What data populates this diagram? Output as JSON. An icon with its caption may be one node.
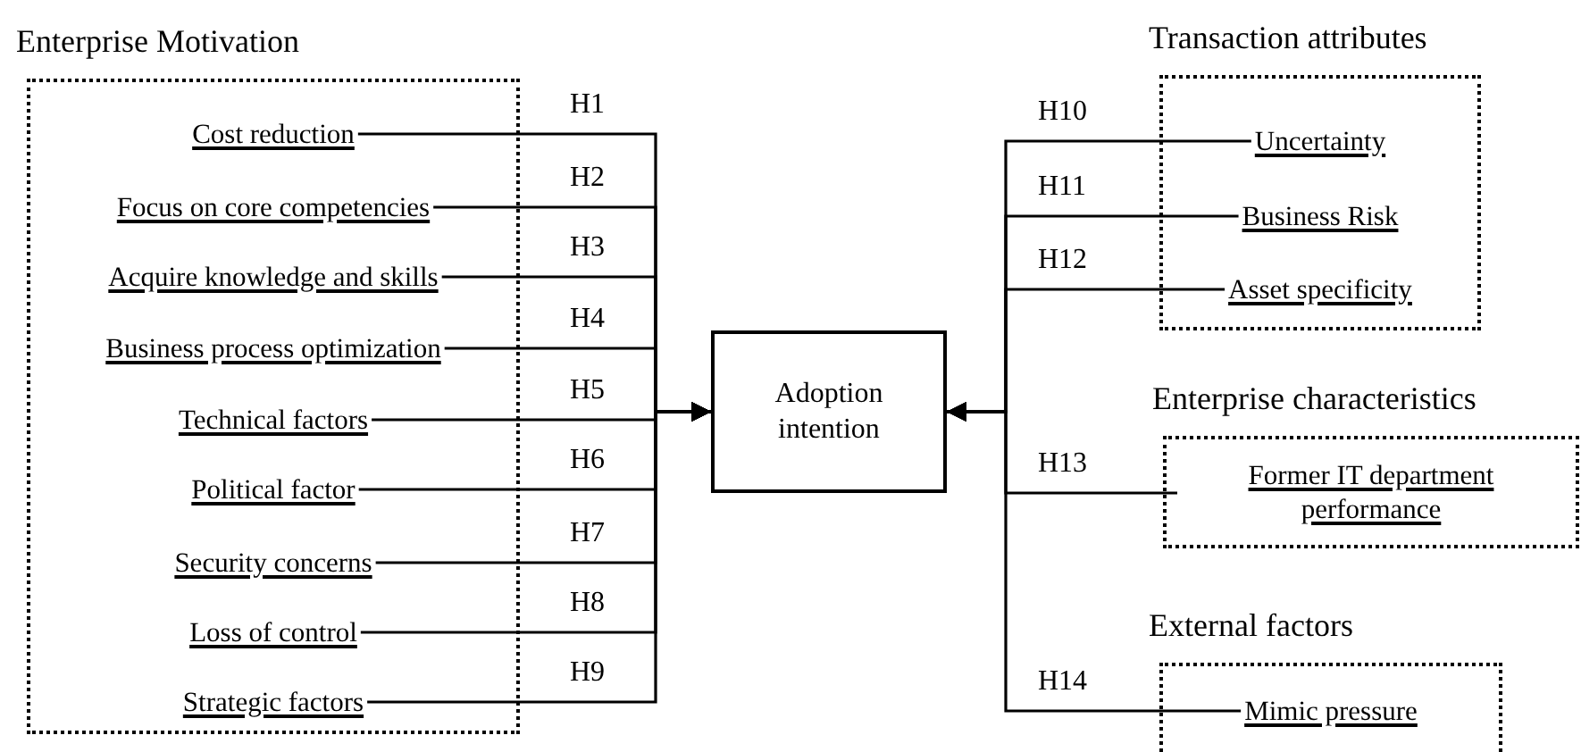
{
  "diagram": {
    "nodes": [
      {
        "text": [
          "Enterprise Motivation"
        ]
      },
      {
        "text": [
          "Cost reduction"
        ],
        "in": 0
      },
      {
        "text": [
          "Focus on core competencies"
        ],
        "in": 0
      },
      {
        "text": [
          "Acquire knowledge and skills"
        ],
        "in": 0
      },
      {
        "text": [
          "Business process optimization"
        ],
        "in": 0
      },
      {
        "text": [
          "Technical factors"
        ],
        "in": 0
      },
      {
        "text": [
          "Political factor"
        ],
        "in": 0
      },
      {
        "text": [
          "Security concerns"
        ],
        "in": 0
      },
      {
        "text": [
          "Loss of control"
        ],
        "in": 0
      },
      {
        "text": [
          "Strategic factors"
        ],
        "in": 0
      },
      {
        "text": [
          "Adoption intention"
        ]
      },
      {
        "text": [
          "Transaction attributes"
        ]
      },
      {
        "text": [
          "Uncertainty"
        ],
        "in": 11
      },
      {
        "text": [
          "Business Risk"
        ],
        "in": 11
      },
      {
        "text": [
          "Asset specificity"
        ],
        "in": 11
      },
      {
        "text": [
          "Enterprise characteristics"
        ]
      },
      {
        "text": [
          "Former IT department performance"
        ],
        "in": 15
      },
      {
        "text": [
          "External factors"
        ]
      },
      {
        "text": [
          "Mimic pressure"
        ],
        "in": 17
      }
    ],
    "edges": [
      {
        "from": 1,
        "to": 10,
        "arrow": "to",
        "label": "H1"
      },
      {
        "from": 2,
        "to": 10,
        "arrow": "to",
        "label": "H2"
      },
      {
        "from": 3,
        "to": 10,
        "arrow": "to",
        "label": "H3"
      },
      {
        "from": 4,
        "to": 10,
        "arrow": "to",
        "label": "H4"
      },
      {
        "from": 5,
        "to": 10,
        "arrow": "to",
        "label": "H5"
      },
      {
        "from": 6,
        "to": 10,
        "arrow": "to",
        "label": "H6"
      },
      {
        "from": 7,
        "to": 10,
        "arrow": "to",
        "label": "H7"
      },
      {
        "from": 8,
        "to": 10,
        "arrow": "to",
        "label": "H8"
      },
      {
        "from": 9,
        "to": 10,
        "arrow": "to",
        "label": "H9"
      },
      {
        "from": 12,
        "to": 10,
        "arrow": "to",
        "label": "H10"
      },
      {
        "from": 13,
        "to": 10,
        "arrow": "to",
        "label": "H11"
      },
      {
        "from": 14,
        "to": 10,
        "arrow": "to",
        "label": "H12"
      },
      {
        "from": 16,
        "to": 10,
        "arrow": "to",
        "label": "H13"
      },
      {
        "from": 18,
        "to": 10,
        "arrow": "to",
        "label": "H14"
      }
    ]
  }
}
